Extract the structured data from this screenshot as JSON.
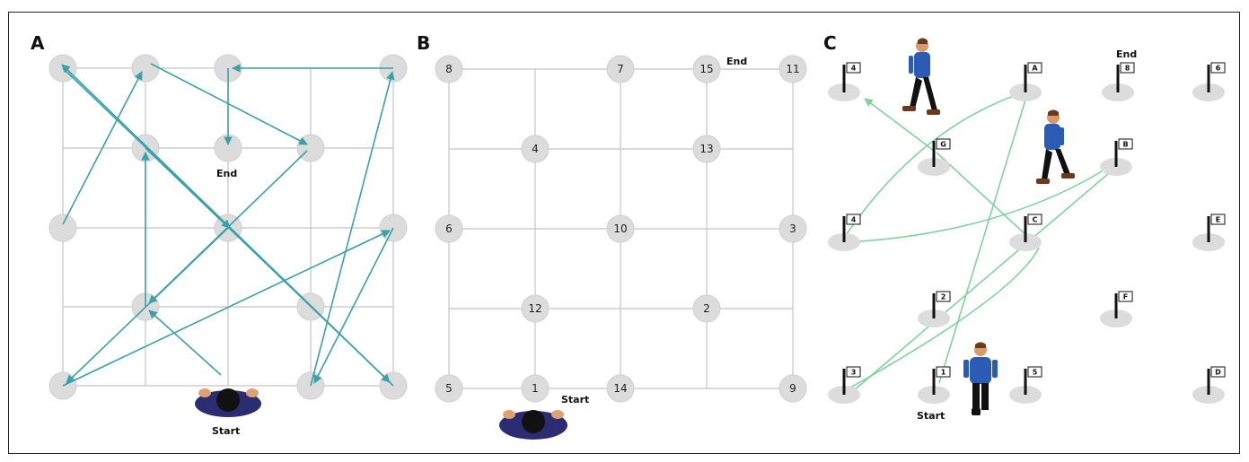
{
  "panels": {
    "a": {
      "letter": "A",
      "start_label": "Start",
      "end_label": "End"
    },
    "b": {
      "letter": "B",
      "start_label": "Start",
      "end_label": "End",
      "nodes": [
        "8",
        "7",
        "15",
        "11",
        "4",
        "13",
        "6",
        "10",
        "3",
        "12",
        "2",
        "5",
        "1",
        "14",
        "9"
      ]
    },
    "c": {
      "letter": "C",
      "start_label": "Start",
      "end_label": "End",
      "flags": [
        "4",
        "A",
        "8",
        "6",
        "G",
        "B",
        "4",
        "C",
        "E",
        "2",
        "F",
        "3",
        "1",
        "5",
        "D"
      ]
    }
  },
  "colors": {
    "path_a": "#3aa0aa",
    "path_c": "#7fd39a",
    "node_fill": "#dcdcdc",
    "grid": "#c4c4c4",
    "shirt": "#2b5bb5",
    "observer_body": "#2c2c72"
  }
}
